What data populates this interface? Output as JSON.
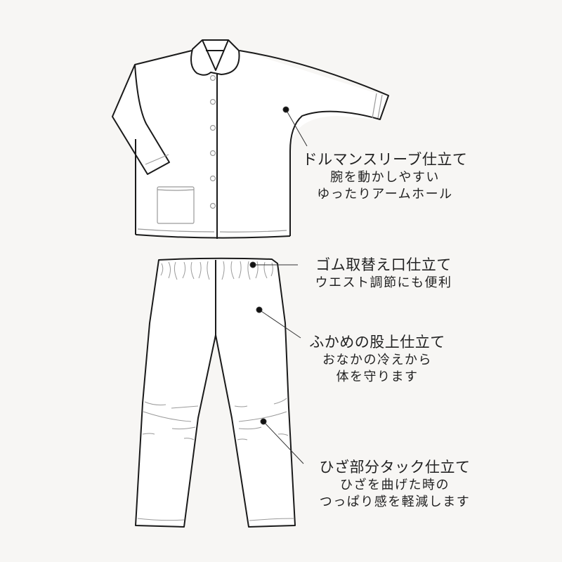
{
  "illustration": {
    "subject": "pajama set line drawing (jacket and pants)",
    "background_color": "#f7f6f4",
    "line_color": "#1a1a1a",
    "detail_line_color": "#9a9a9a"
  },
  "callouts": [
    {
      "id": "dolman-sleeve",
      "title": "ドルマンスリーブ仕立て",
      "lines": [
        "腕を動かしやすい",
        "ゆったりアームホール"
      ]
    },
    {
      "id": "elastic-replacement",
      "title": "ゴム取替え口仕立て",
      "lines": [
        "ウエスト調節にも便利"
      ]
    },
    {
      "id": "deep-rise",
      "title": "ふかめの股上仕立て",
      "lines": [
        "おなかの冷えから",
        "体を守ります"
      ]
    },
    {
      "id": "knee-tuck",
      "title": "ひざ部分タック仕立て",
      "lines": [
        "ひざを曲げた時の",
        "つっぱり感を軽減します"
      ]
    }
  ]
}
